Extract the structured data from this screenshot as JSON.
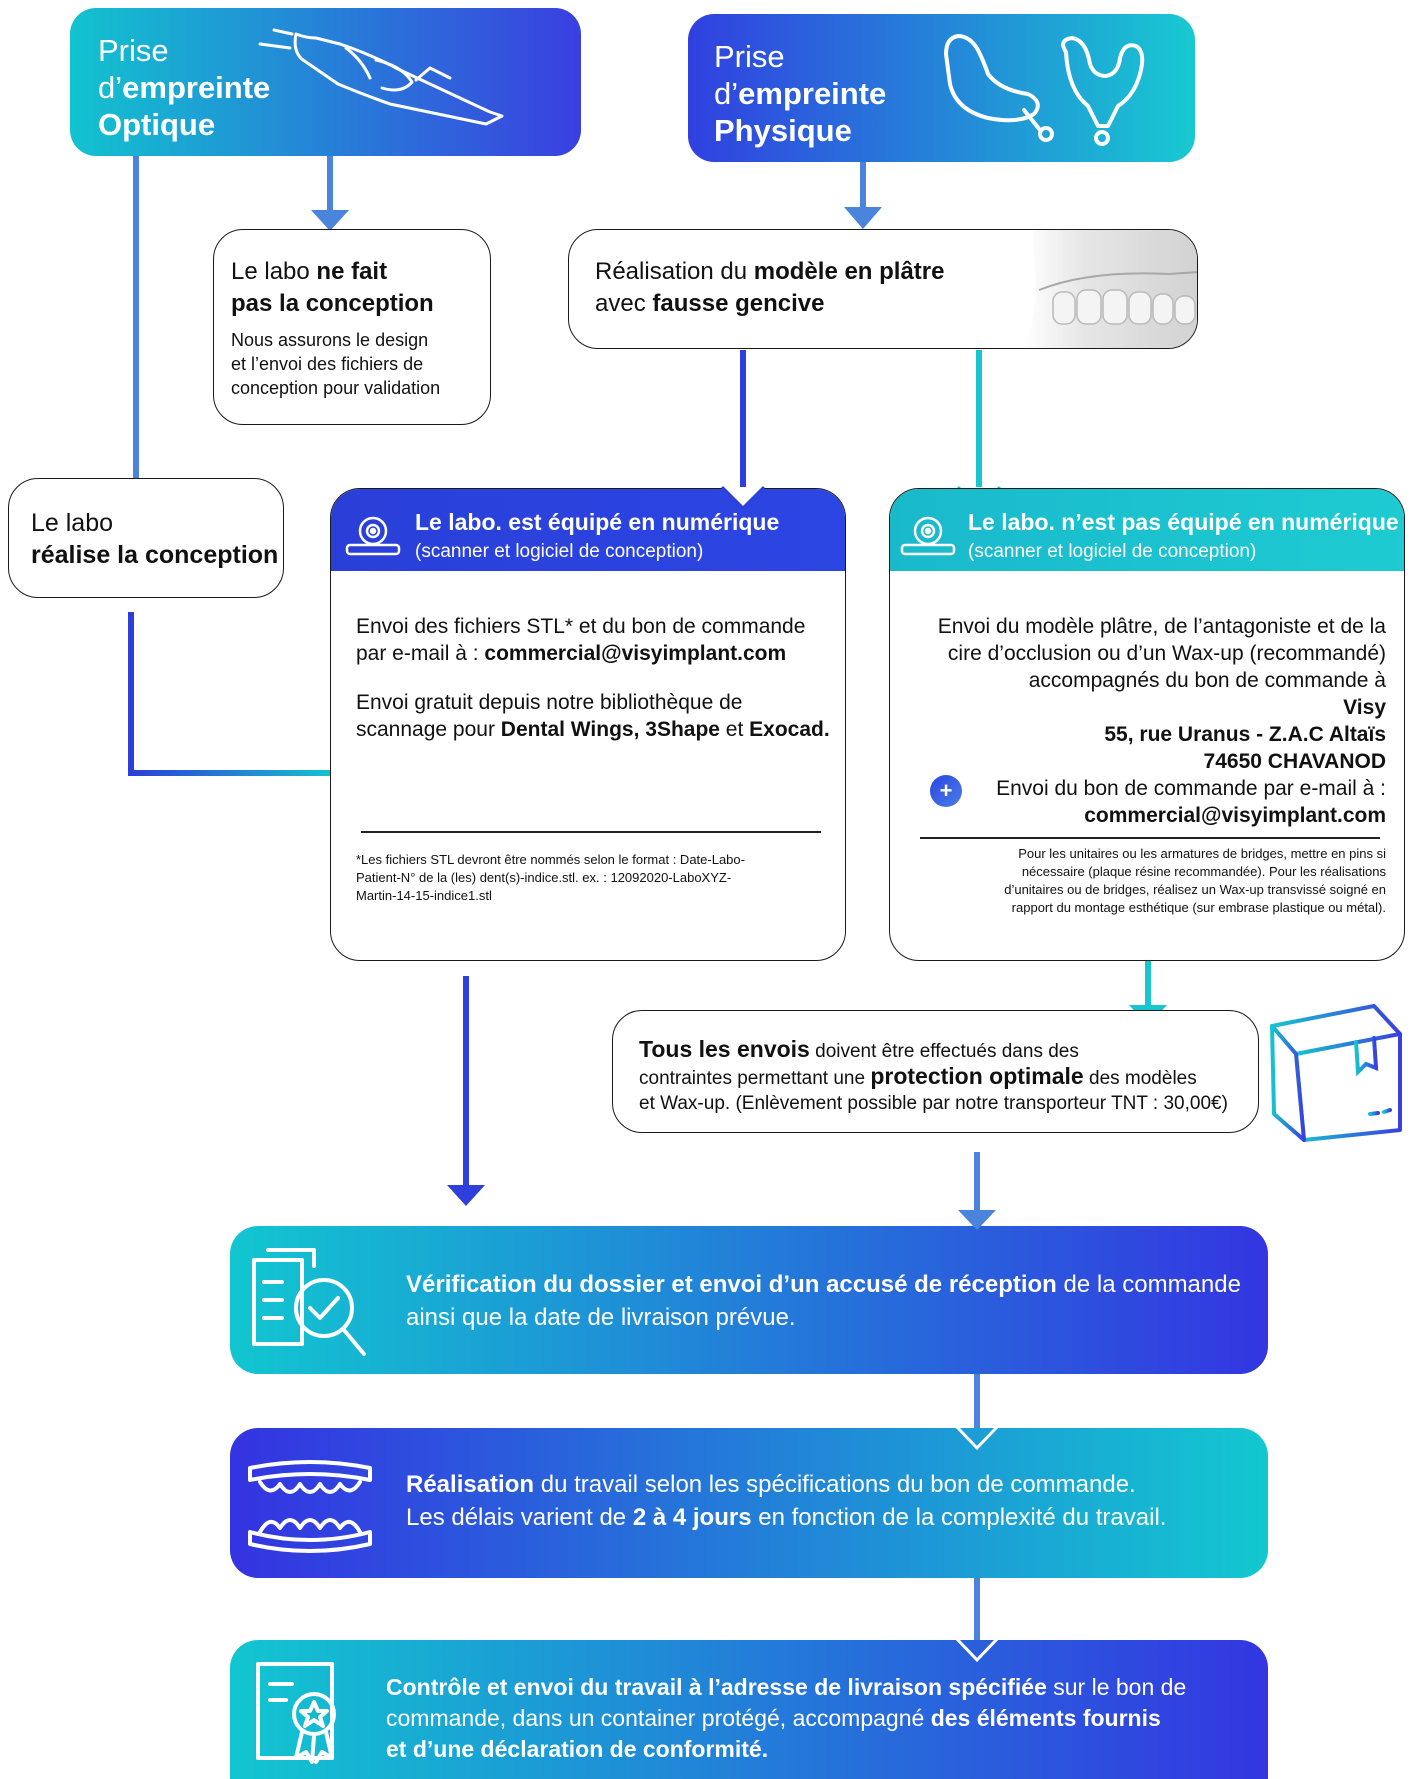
{
  "optique": {
    "line1": "Prise",
    "line2a": "d’",
    "line2b": "empreinte",
    "line3": "Optique",
    "icon": "intraoral-scanner-icon"
  },
  "physique": {
    "line1": "Prise",
    "line2a": "d’",
    "line2b": "empreinte",
    "line3": "Physique",
    "icon": "impression-tray-icon"
  },
  "no_conception": {
    "pre": "Le labo ",
    "bold1": "ne fait",
    "bold2": "pas la conception",
    "desc1": "Nous assurons le design",
    "desc2": "et l’envoi des fichiers de",
    "desc3": "conception pour validation"
  },
  "platre": {
    "pre": "Réalisation du ",
    "bold1": "modèle en plâtre",
    "pre2": "avec ",
    "bold2": "fausse gencive",
    "image": "plaster-teeth-model-icon"
  },
  "conception": {
    "line1": "Le labo",
    "bold": "réalise la conception"
  },
  "numerique": {
    "title": "Le labo. est équipé en numérique",
    "subtitle": "(scanner et logiciel de conception)",
    "p1a": "Envoi des fichiers STL* et du bon de commande",
    "p1b": "par e-mail à : ",
    "email": "commercial@visyimplant.com",
    "p2a": "Envoi gratuit depuis notre bibliothèque de",
    "p2b": "scannage pour ",
    "brands1": "Dental Wings, 3Shape",
    "and": " et ",
    "brands2": "Exocad.",
    "note1": "*Les fichiers STL devront être nommés selon le format : Date-Labo-",
    "note2": "Patient-N° de la (les) dent(s)-indice.stl. ex. : 12092020-LaboXYZ-",
    "note3": "Martin-14-15-indice1.stl"
  },
  "non_numerique": {
    "title": "Le labo. n’est pas équipé en numérique",
    "subtitle": "(scanner et logiciel de conception)",
    "p1": "Envoi du modèle plâtre, de l’antagoniste et de la",
    "p2": "cire d’occlusion ou d’un Wax-up (recommandé)",
    "p3": "accompagnés du bon de commande à",
    "company": "Visy",
    "addr1": "55, rue Uranus - Z.A.C Altaïs",
    "addr2": "74650 CHAVANOD",
    "plus": "+",
    "p4": "Envoi du bon de commande par e-mail à :",
    "email": "commercial@visyimplant.com",
    "note1": "Pour les unitaires ou les armatures de bridges, mettre en pins si",
    "note2": "nécessaire (plaque résine recommandée). Pour les réalisations",
    "note3": "d’unitaires ou de bridges, réalisez un Wax-up transvissé soigné en",
    "note4": "rapport du montage esthétique (sur embrase plastique ou métal)."
  },
  "envois": {
    "bold1": "Tous les envois",
    "t1": " doivent être effectués dans des",
    "t2": "contraintes permettant une ",
    "bold2": "protection optimale",
    "t3": " des modèles",
    "t4": "et Wax-up. (Enlèvement possible par notre transporteur TNT : 30,00€)",
    "icon": "shipping-box-icon"
  },
  "step1": {
    "bold": "Vérification du dossier et envoi d’un accusé de réception",
    "t1": " de la commande",
    "t2": "ainsi que la date de livraison prévue.",
    "icon": "document-check-icon"
  },
  "step2": {
    "bold1": "Réalisation",
    "t1": " du travail selon les spécifications du bon de commande.",
    "t2": "Les délais varient de ",
    "bold2": "2 à 4 jours",
    "t3": " en fonction de la complexité du travail.",
    "icon": "denture-icon"
  },
  "step3": {
    "bold1": "Contrôle et envoi du travail à l’adresse de livraison spécifiée",
    "t1": " sur le bon de",
    "t2": "commande, dans un container protégé, accompagné ",
    "bold2": "des éléments fournis",
    "bold3": "et d’une déclaration de conformité.",
    "icon": "certificate-icon"
  },
  "colors": {
    "blue": "#2c3fdc",
    "teal": "#17c4cf",
    "arrow_blue": "#4a7fdc"
  }
}
